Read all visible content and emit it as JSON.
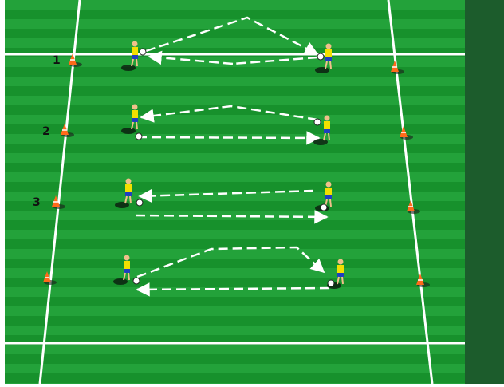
{
  "diagram": {
    "colors": {
      "grass_light": "#23a23a",
      "grass_dark": "#17912c",
      "sideline": "#1c5c2c",
      "line": "#ffffff",
      "cone": "#ff6a1a",
      "cone_shadow": "#1a1a1a",
      "shirt": "#f2e000",
      "shorts": "#1f3fbf",
      "skin": "#f0c08a",
      "ball": "#ffffff"
    },
    "rows": [
      {
        "label": "1"
      },
      {
        "label": "2"
      },
      {
        "label": "3"
      },
      {
        "label": ""
      }
    ]
  }
}
